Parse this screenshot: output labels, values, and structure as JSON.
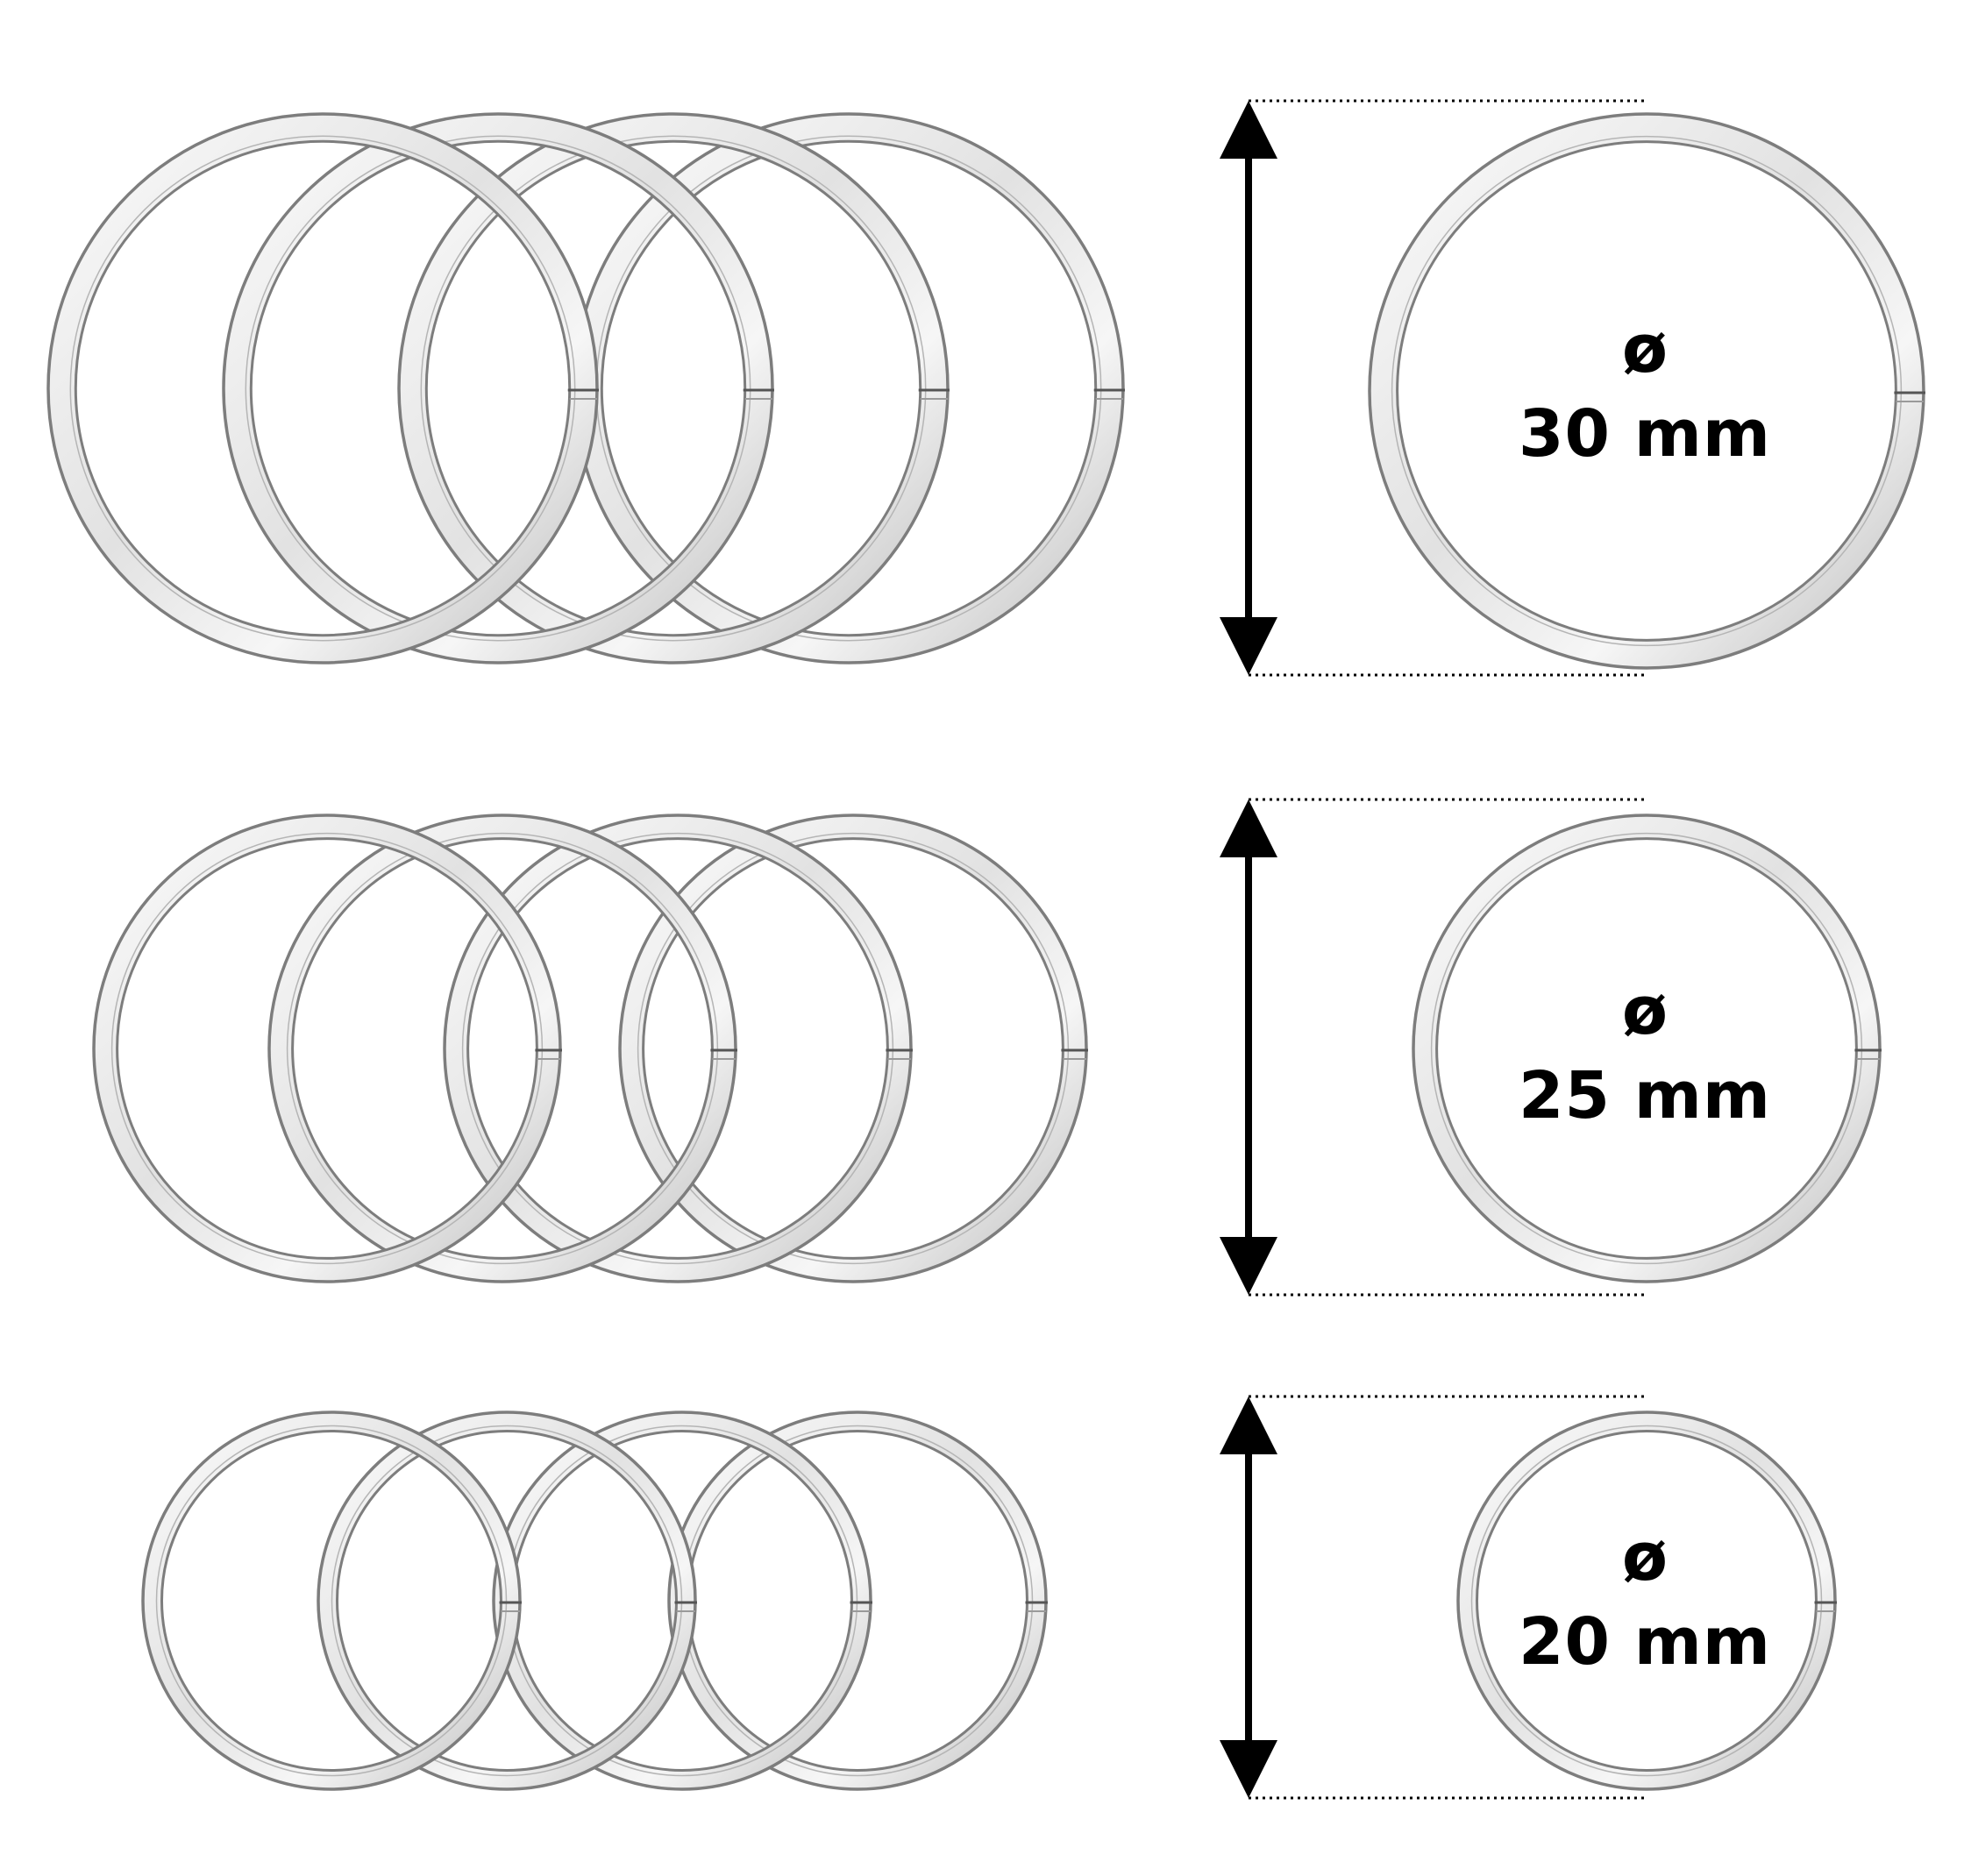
{
  "symbol": "ø",
  "sizes": [
    {
      "value": "30 mm"
    },
    {
      "value": "25 mm"
    },
    {
      "value": "20 mm"
    }
  ],
  "colors": {
    "background": "#ffffff",
    "ring_metal": "#e9e9e9",
    "ring_edge": "#7d7d7d",
    "arrow": "#000000"
  }
}
